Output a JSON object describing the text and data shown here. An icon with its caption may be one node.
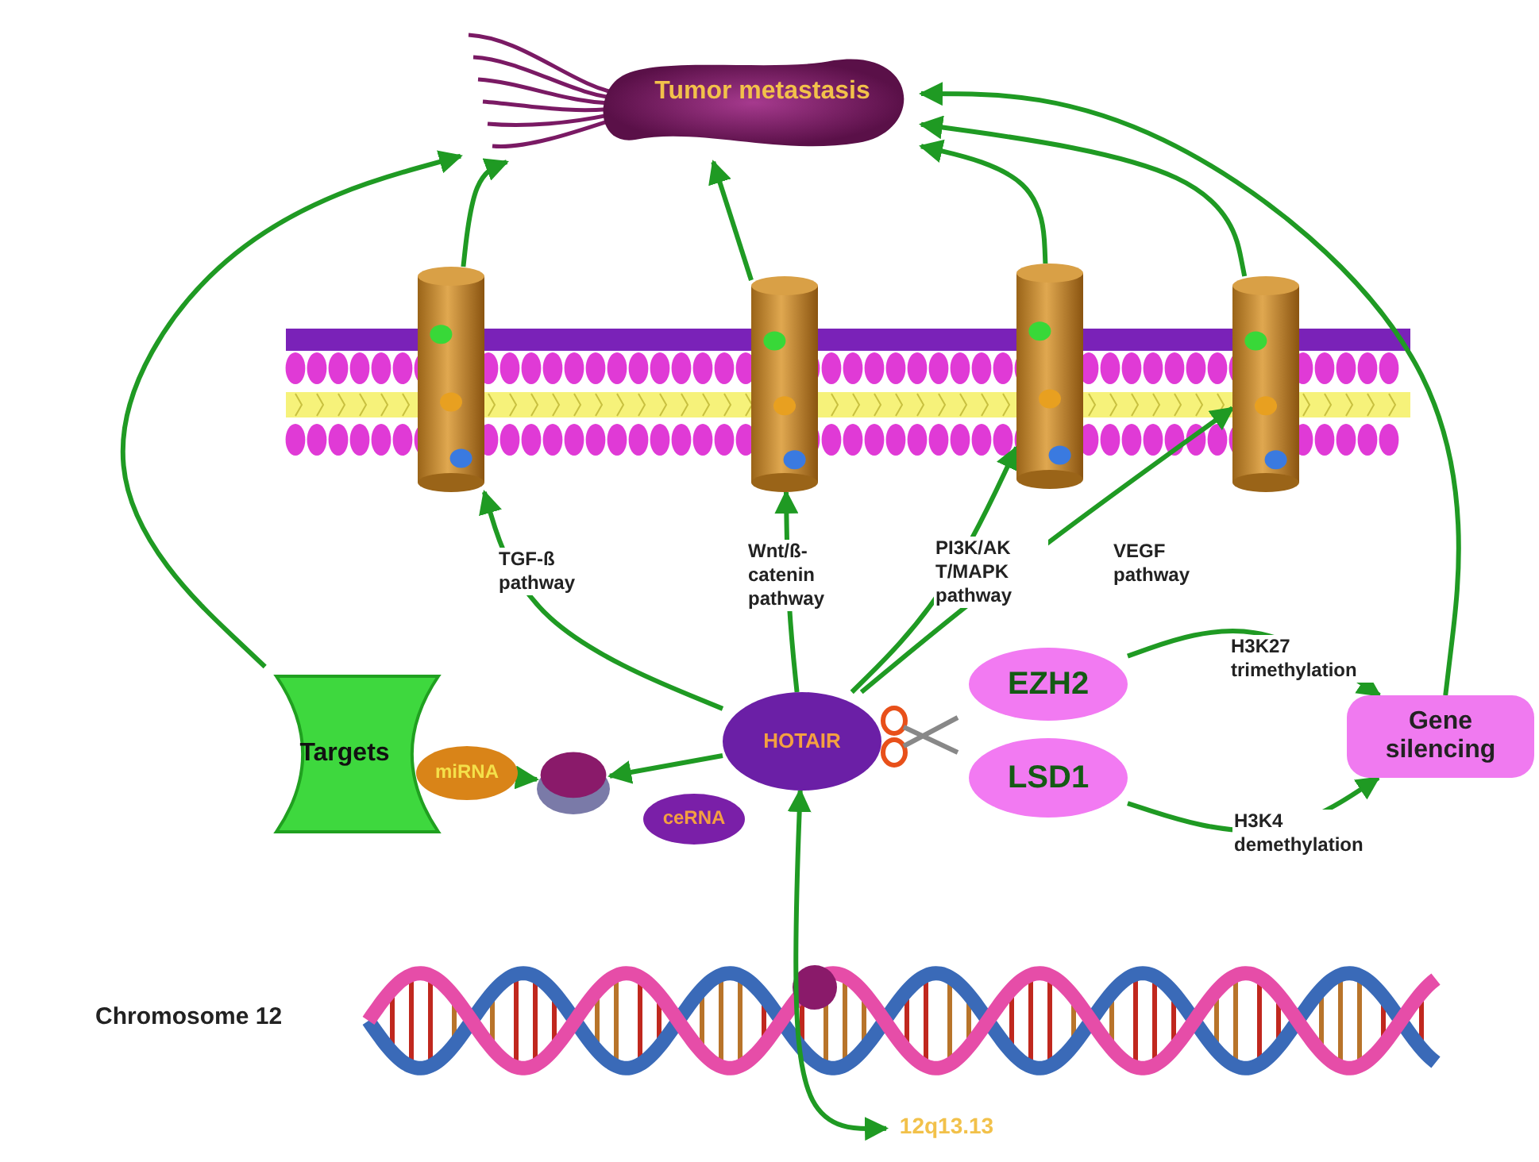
{
  "diagram": {
    "nodes": [
      {
        "text": [
          "Tumor metastasis"
        ]
      },
      {
        "text": [],
        "shape": "cylinder"
      },
      {
        "text": [],
        "shape": "cylinder"
      },
      {
        "text": [],
        "shape": "cylinder"
      },
      {
        "text": [],
        "shape": "cylinder"
      },
      {
        "text": [
          "Targets"
        ]
      },
      {
        "text": [
          "miRNA"
        ]
      },
      {
        "text": [],
        "shape": "circle"
      },
      {
        "text": [
          "ceRNA"
        ]
      },
      {
        "text": [
          "HOTAIR"
        ]
      },
      {
        "text": [
          "EZH2"
        ]
      },
      {
        "text": [
          "LSD1"
        ]
      },
      {
        "text": [
          "Gene silencing"
        ]
      },
      {
        "text": [
          "12q13.13"
        ]
      }
    ],
    "edges": [
      {
        "from": 5,
        "to": 0,
        "arrow": "to"
      },
      {
        "from": 1,
        "to": 0,
        "arrow": "to"
      },
      {
        "from": 2,
        "to": 0,
        "arrow": "to"
      },
      {
        "from": 3,
        "to": 0,
        "arrow": "to"
      },
      {
        "from": 4,
        "to": 0,
        "arrow": "to"
      },
      {
        "from": 12,
        "to": 0,
        "arrow": "to"
      },
      {
        "from": 9,
        "to": 1,
        "arrow": "to",
        "label": "TGF-ß pathway"
      },
      {
        "from": 9,
        "to": 2,
        "arrow": "to",
        "label": "Wnt/ß- catenin pathway"
      },
      {
        "from": 9,
        "to": 3,
        "arrow": "to",
        "label": "PI3K/AK T/MAPK pathway"
      },
      {
        "from": 9,
        "to": 4,
        "arrow": "to",
        "label": "VEGF pathway"
      },
      {
        "from": 10,
        "to": 12,
        "arrow": "to",
        "label": "H3K27 trimethylation"
      },
      {
        "from": 11,
        "to": 12,
        "arrow": "to",
        "label": "H3K4 demethylation"
      },
      {
        "from": 9,
        "to": 7,
        "arrow": "to"
      },
      {
        "from": 6,
        "to": 7,
        "arrow": "to"
      },
      {
        "from": 9,
        "to": 13,
        "arrow": "both"
      }
    ],
    "labels": [
      "Chromosome 12"
    ]
  }
}
